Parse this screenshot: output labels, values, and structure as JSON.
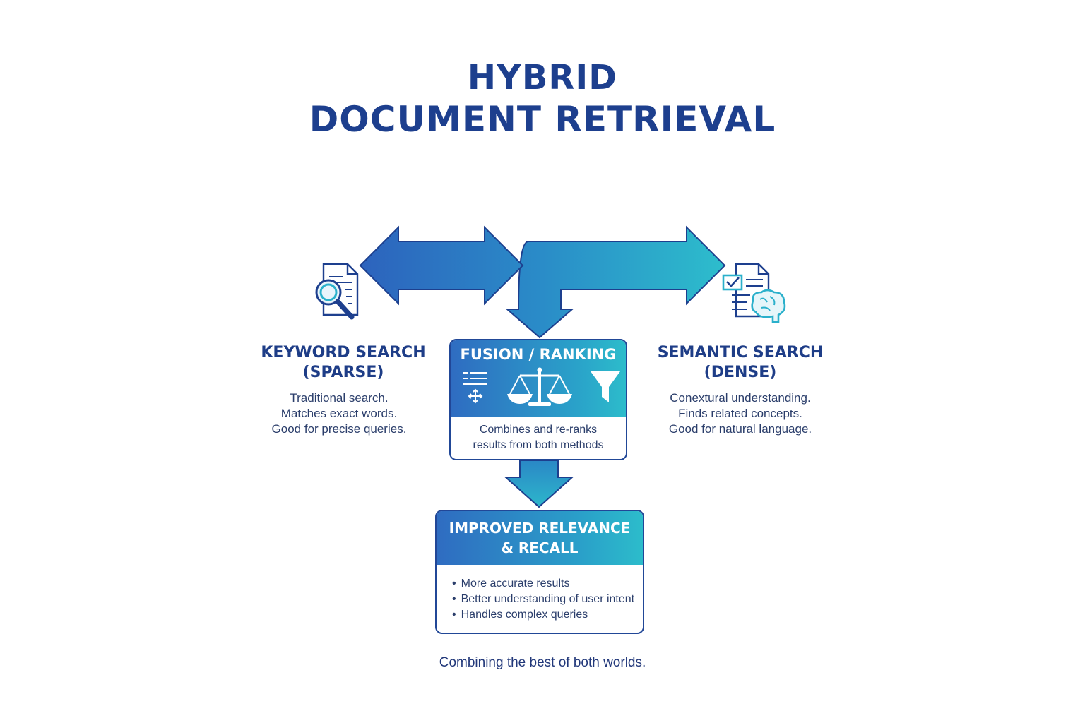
{
  "title": {
    "line1": "HYBRID",
    "line2": "DOCUMENT RETRIEVAL"
  },
  "keyword": {
    "title_line1": "KEYWORD SEARCH",
    "title_line2": "(SPARSE)",
    "desc": [
      "Traditional search.",
      "Matches exact words.",
      "Good for precise queries."
    ],
    "icon": "document-search-icon"
  },
  "semantic": {
    "title_line1": "SEMANTIC SEARCH",
    "title_line2": "(DENSE)",
    "desc": [
      "Conextural understanding.",
      "Finds related concepts.",
      "Good for natural language."
    ],
    "icon": "document-brain-icon"
  },
  "fusion": {
    "title": "FUSION / RANKING",
    "desc": [
      "Combines and re-ranks",
      "results from both methods"
    ],
    "icons": [
      "list-sort-icon",
      "balance-scale-icon",
      "filter-funnel-icon"
    ]
  },
  "result": {
    "title_line1": "IMPROVED RELEVANCE",
    "title_line2": "& RECALL",
    "bullets": [
      "More accurate results",
      "Better understanding of user intent",
      "Handles complex queries"
    ]
  },
  "footer": "Combining the best of both worlds.",
  "colors": {
    "navy": "#1d3f8e",
    "blue": "#2f6cc1",
    "teal": "#2cbccb",
    "text": "#2b3e6b"
  }
}
